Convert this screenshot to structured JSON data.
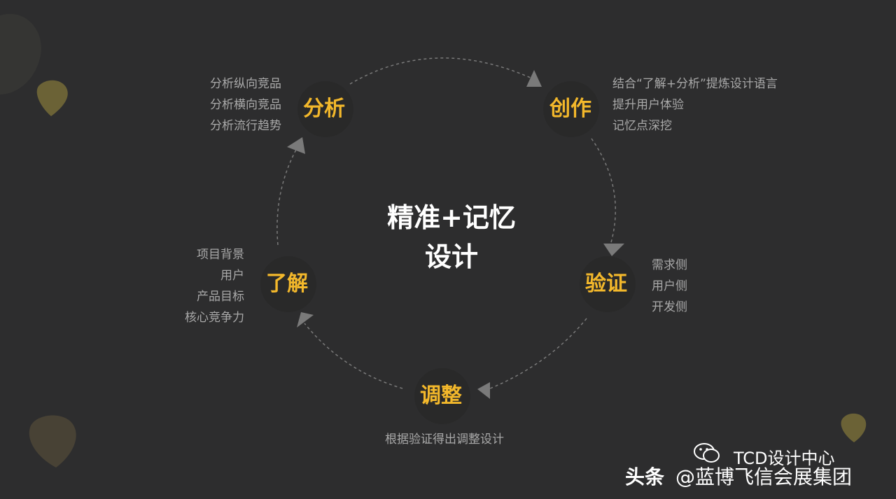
{
  "center": {
    "line1": "精准+记忆",
    "line2": "设计"
  },
  "nodes": {
    "analyze": {
      "label": "分析",
      "notes": [
        "分析纵向竞品",
        "分析横向竞品",
        "分析流行趋势"
      ]
    },
    "create": {
      "label": "创作",
      "notes": [
        "结合“了解+分析”提炼设计语言",
        "提升用户体验",
        "记忆点深挖"
      ]
    },
    "verify": {
      "label": "验证",
      "notes": [
        "需求侧",
        "用户侧",
        "开发侧"
      ]
    },
    "adjust": {
      "label": "调整",
      "notes": [
        "根据验证得出调整设计"
      ]
    },
    "understand": {
      "label": "了解",
      "notes": [
        "项目背景",
        "用户",
        "产品目标",
        "核心竞争力"
      ]
    }
  },
  "watermark": {
    "wechat_text": "TCD设计中心",
    "toutiao_brand": "头条",
    "toutiao_account": "@蓝博飞信会展集团",
    "wechat_icon": "wechat-icon"
  },
  "colors": {
    "background": "#2d2d2e",
    "accent": "#f3b82b",
    "note_text": "#a9a9a9",
    "arrow": "#7a7a7a"
  }
}
